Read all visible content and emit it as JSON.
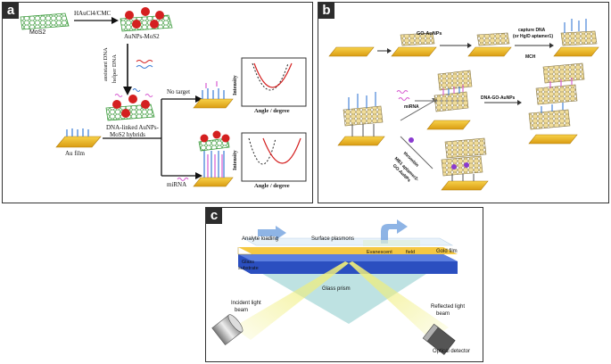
{
  "panels": {
    "a": {
      "badge": "a",
      "labels": {
        "mos2": "MoS2",
        "reagent": "HAuCl4/CMC",
        "aunps": "AuNPs-MoS2",
        "helper": "assistant DNA",
        "helper2": "helper DNA",
        "no_target": "No target",
        "hybrid1": "DNA-linked AuNPs-",
        "hybrid2": "MoS2 hybrids",
        "au_film": "Au film",
        "mirna": "miRNA",
        "angle1": "Angle / degree",
        "angle2": "Angle / degree",
        "intensity1": "Intensity",
        "intensity2": "Intensity"
      }
    },
    "b": {
      "badge": "b",
      "labels": {
        "go_aunps": "GO-AuNPs",
        "capture1": "capture DNA",
        "capture2": "(or Hg/D aptamer1)",
        "mch": "MCH",
        "mirna": "miRNA",
        "dna_go": "DNA-GO-AuNPs",
        "thrombin": "thrombin",
        "aptamer1": "MB1 aptamer2-",
        "aptamer2": "GO-AuNPs"
      }
    },
    "c": {
      "badge": "c",
      "labels": {
        "analyte": "Analyte loading",
        "plasmons": "Surface plasmons",
        "evanescent": "Evanescent",
        "field": "field",
        "gold": "Gold film",
        "glass1": "Glass",
        "glass2": "substrate",
        "prism": "Glass prism",
        "incident1": "Incident light",
        "incident2": "beam",
        "reflected1": "Reflected light",
        "reflected2": "beam",
        "detector": "Optical detector"
      }
    }
  },
  "colors": {
    "gold": "#e8b422",
    "gold_light": "#f5c842",
    "particle_red": "#d42020",
    "sheet_green": "#3a9a3a",
    "dna_blue": "#3a7bd5",
    "dna_pink": "#d75ad0",
    "prism": "#a8d8d8",
    "substrate_blue": "#2b4fc0",
    "beam_yellow": "#f0ee7a",
    "arrow_blue": "#7aa7e0"
  }
}
